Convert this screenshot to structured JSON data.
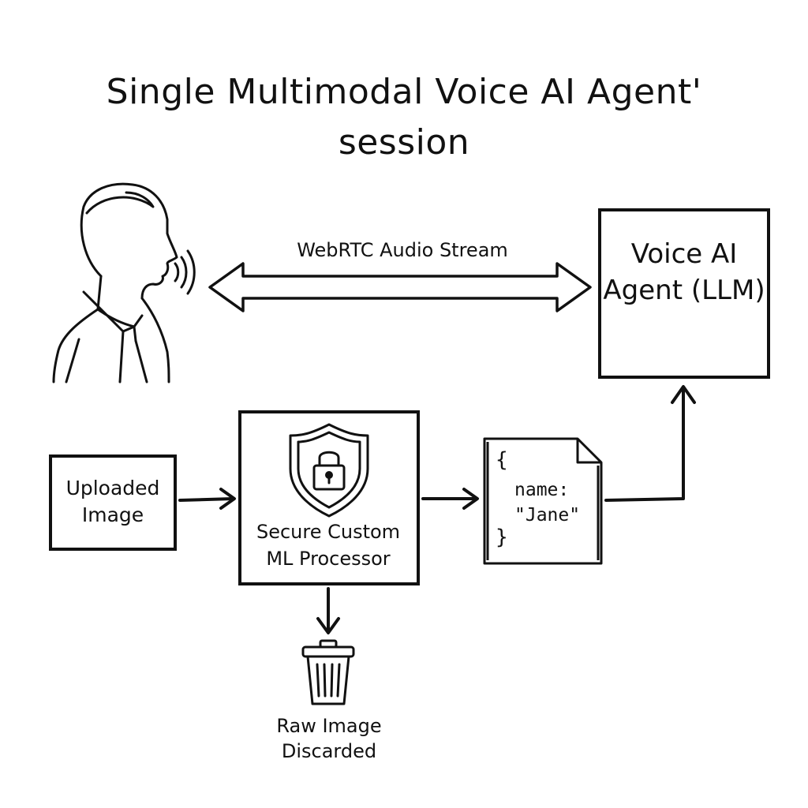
{
  "title": {
    "line1": "Single Multimodal Voice AI Agent'",
    "line2": "session"
  },
  "audio_stream": {
    "label": "WebRTC Audio Stream"
  },
  "agent": {
    "label": "Voice AI Agent (LLM)"
  },
  "uploaded_image": {
    "label": "Uploaded Image"
  },
  "processor": {
    "label": "Secure Custom ML Processor"
  },
  "json_output": {
    "brace_open": "{",
    "key": "name:",
    "value": "\"Jane\"",
    "brace_close": "}"
  },
  "discard": {
    "label": "Raw Image Discarded"
  },
  "icons": {
    "user": "speaking-person-icon",
    "shield": "shield-lock-icon",
    "document": "json-document-icon",
    "trash": "trash-bin-icon"
  },
  "colors": {
    "ink": "#111111",
    "background": "#ffffff"
  }
}
